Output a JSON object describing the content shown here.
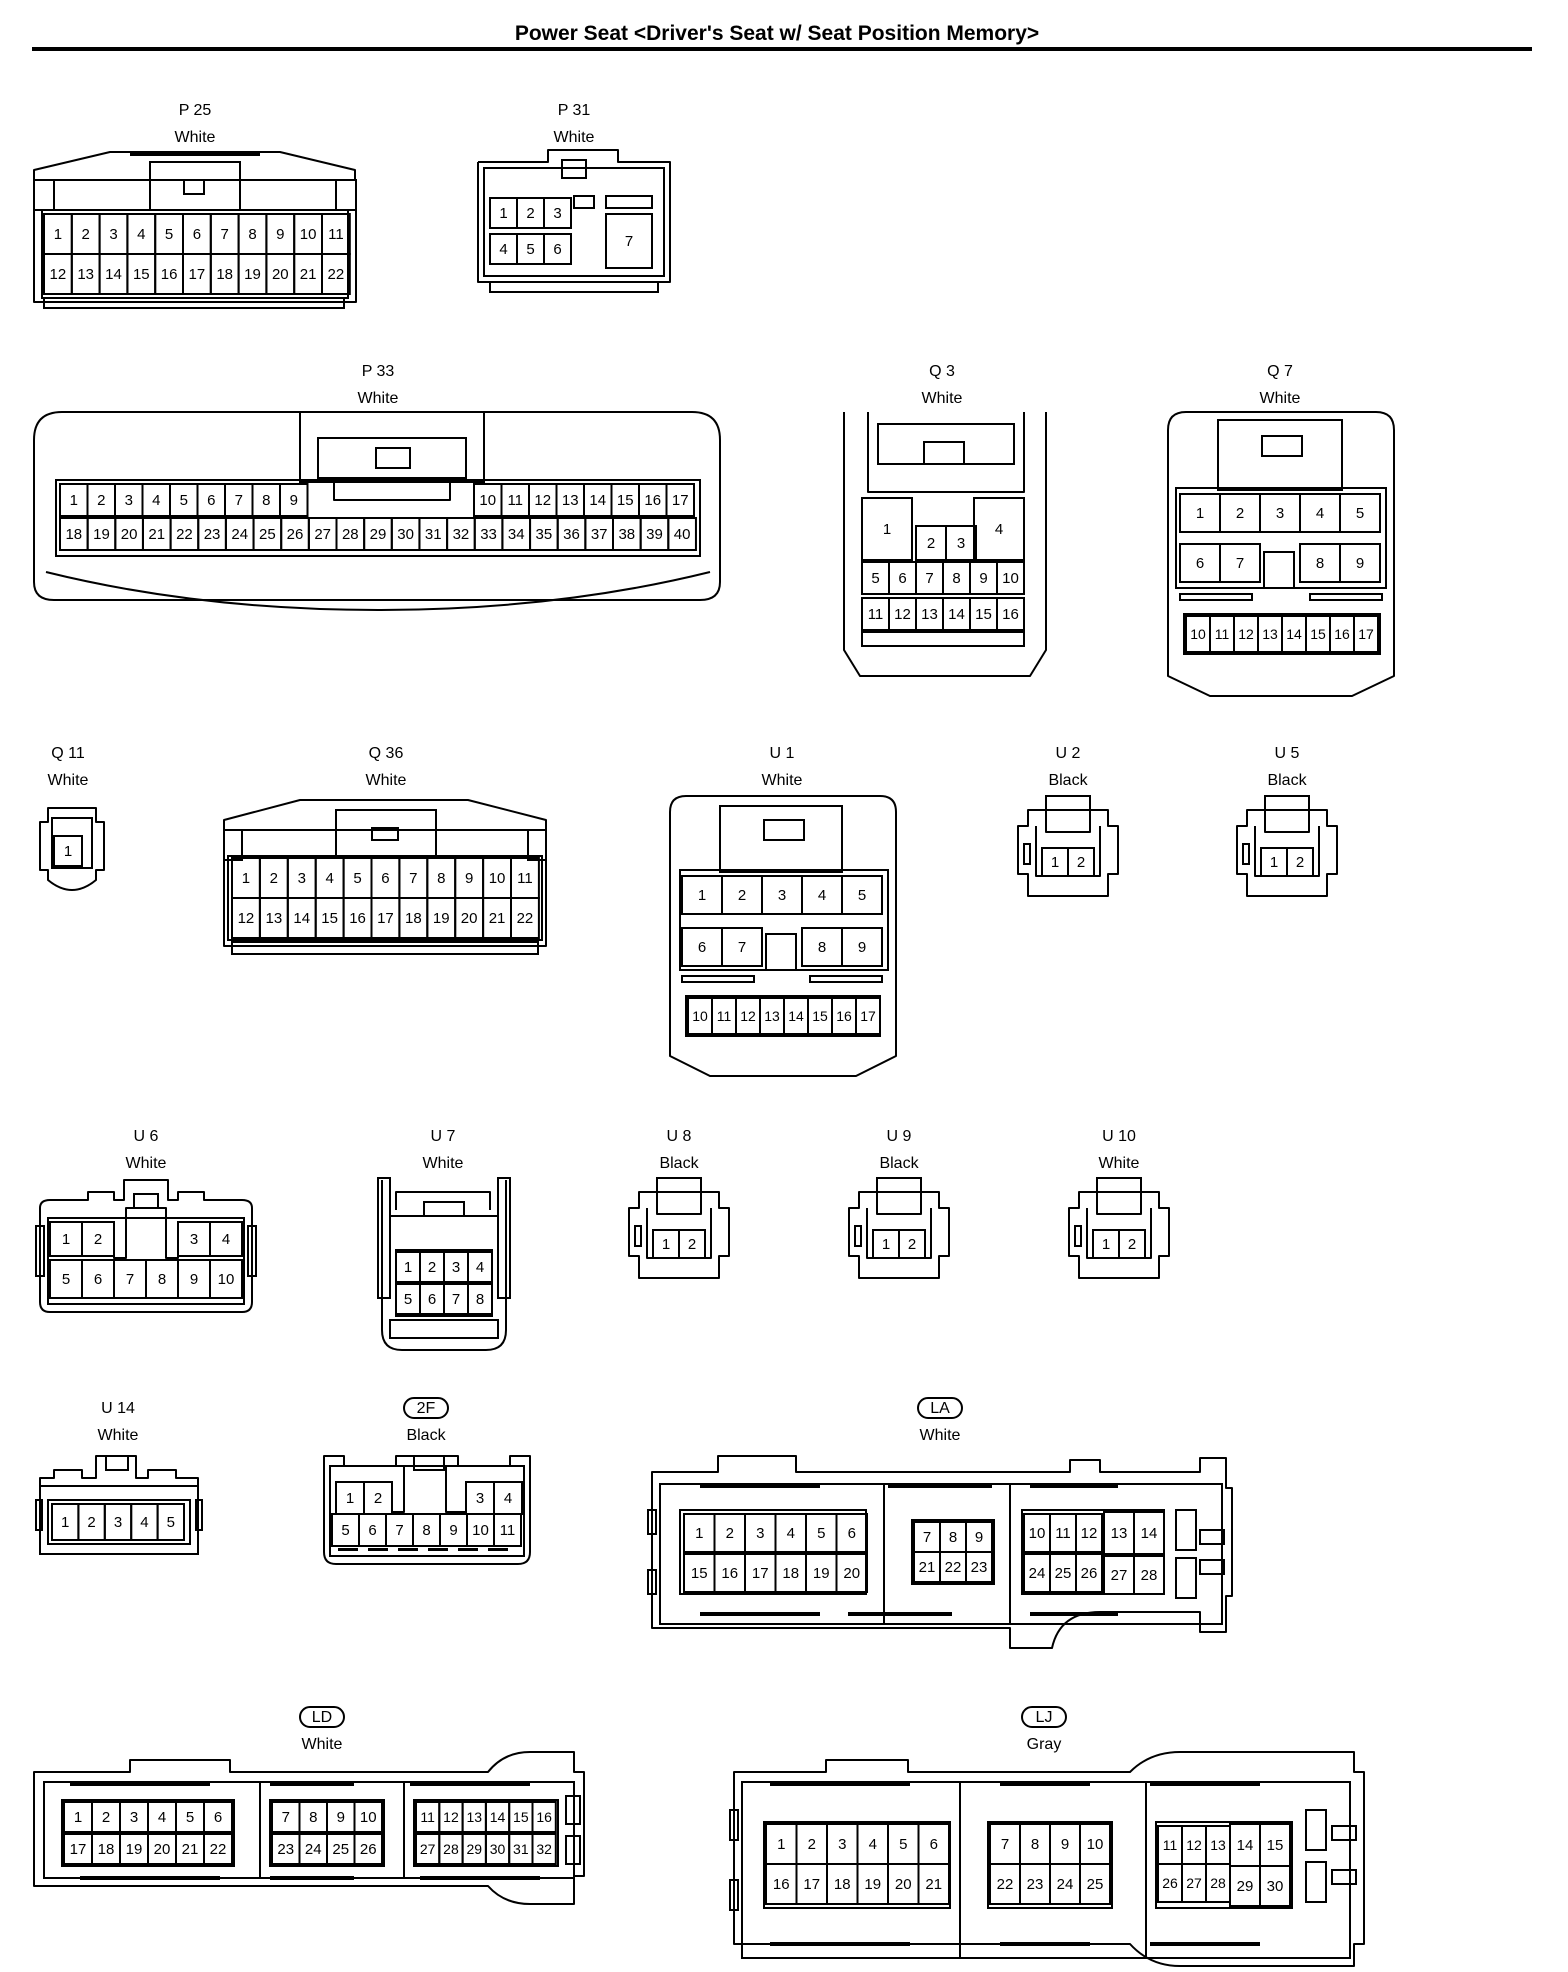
{
  "title": "Power Seat <Driver's Seat w/ Seat Position Memory>",
  "connectors": [
    {
      "id": "P25",
      "name": "P 25",
      "color": "White",
      "boxed": false,
      "pins": [
        "1",
        "2",
        "3",
        "4",
        "5",
        "6",
        "7",
        "8",
        "9",
        "10",
        "11",
        "12",
        "13",
        "14",
        "15",
        "16",
        "17",
        "18",
        "19",
        "20",
        "21",
        "22"
      ]
    },
    {
      "id": "P31",
      "name": "P 31",
      "color": "White",
      "boxed": false,
      "pins": [
        "1",
        "2",
        "3",
        "4",
        "5",
        "6",
        "7"
      ]
    },
    {
      "id": "P33",
      "name": "P 33",
      "color": "White",
      "boxed": false,
      "pins": [
        "1",
        "2",
        "3",
        "4",
        "5",
        "6",
        "7",
        "8",
        "9",
        "10",
        "11",
        "12",
        "13",
        "14",
        "15",
        "16",
        "17",
        "18",
        "19",
        "20",
        "21",
        "22",
        "23",
        "24",
        "25",
        "26",
        "27",
        "28",
        "29",
        "30",
        "31",
        "32",
        "33",
        "34",
        "35",
        "36",
        "37",
        "38",
        "39",
        "40"
      ]
    },
    {
      "id": "Q3",
      "name": "Q 3",
      "color": "White",
      "boxed": false,
      "pins": [
        "1",
        "2",
        "3",
        "4",
        "5",
        "6",
        "7",
        "8",
        "9",
        "10",
        "11",
        "12",
        "13",
        "14",
        "15",
        "16"
      ]
    },
    {
      "id": "Q7",
      "name": "Q 7",
      "color": "White",
      "boxed": false,
      "pins": [
        "1",
        "2",
        "3",
        "4",
        "5",
        "6",
        "7",
        "8",
        "9",
        "10",
        "11",
        "12",
        "13",
        "14",
        "15",
        "16",
        "17"
      ]
    },
    {
      "id": "Q11",
      "name": "Q 11",
      "color": "White",
      "boxed": false,
      "pins": [
        "1"
      ]
    },
    {
      "id": "Q36",
      "name": "Q 36",
      "color": "White",
      "boxed": false,
      "pins": [
        "1",
        "2",
        "3",
        "4",
        "5",
        "6",
        "7",
        "8",
        "9",
        "10",
        "11",
        "12",
        "13",
        "14",
        "15",
        "16",
        "17",
        "18",
        "19",
        "20",
        "21",
        "22"
      ]
    },
    {
      "id": "U1",
      "name": "U 1",
      "color": "White",
      "boxed": false,
      "pins": [
        "1",
        "2",
        "3",
        "4",
        "5",
        "6",
        "7",
        "8",
        "9",
        "10",
        "11",
        "12",
        "13",
        "14",
        "15",
        "16",
        "17"
      ]
    },
    {
      "id": "U2",
      "name": "U 2",
      "color": "Black",
      "boxed": false,
      "pins": [
        "1",
        "2"
      ]
    },
    {
      "id": "U5",
      "name": "U 5",
      "color": "Black",
      "boxed": false,
      "pins": [
        "1",
        "2"
      ]
    },
    {
      "id": "U6",
      "name": "U 6",
      "color": "White",
      "boxed": false,
      "pins": [
        "1",
        "2",
        "3",
        "4",
        "5",
        "6",
        "7",
        "8",
        "9",
        "10"
      ]
    },
    {
      "id": "U7",
      "name": "U 7",
      "color": "White",
      "boxed": false,
      "pins": [
        "1",
        "2",
        "3",
        "4",
        "5",
        "6",
        "7",
        "8"
      ]
    },
    {
      "id": "U8",
      "name": "U 8",
      "color": "Black",
      "boxed": false,
      "pins": [
        "1",
        "2"
      ]
    },
    {
      "id": "U9",
      "name": "U 9",
      "color": "Black",
      "boxed": false,
      "pins": [
        "1",
        "2"
      ]
    },
    {
      "id": "U10",
      "name": "U 10",
      "color": "White",
      "boxed": false,
      "pins": [
        "1",
        "2"
      ]
    },
    {
      "id": "U14",
      "name": "U 14",
      "color": "White",
      "boxed": false,
      "pins": [
        "1",
        "2",
        "3",
        "4",
        "5"
      ]
    },
    {
      "id": "2F",
      "name": "2F",
      "color": "Black",
      "boxed": true,
      "pins": [
        "1",
        "2",
        "3",
        "4",
        "5",
        "6",
        "7",
        "8",
        "9",
        "10",
        "11"
      ]
    },
    {
      "id": "LA",
      "name": "LA",
      "color": "White",
      "boxed": true,
      "pins": [
        "1",
        "2",
        "3",
        "4",
        "5",
        "6",
        "7",
        "8",
        "9",
        "10",
        "11",
        "12",
        "13",
        "14",
        "15",
        "16",
        "17",
        "18",
        "19",
        "20",
        "21",
        "22",
        "23",
        "24",
        "25",
        "26",
        "27",
        "28"
      ]
    },
    {
      "id": "LD",
      "name": "LD",
      "color": "White",
      "boxed": true,
      "pins": [
        "1",
        "2",
        "3",
        "4",
        "5",
        "6",
        "7",
        "8",
        "9",
        "10",
        "11",
        "12",
        "13",
        "14",
        "15",
        "16",
        "17",
        "18",
        "19",
        "20",
        "21",
        "22",
        "23",
        "24",
        "25",
        "26",
        "27",
        "28",
        "29",
        "30",
        "31",
        "32"
      ]
    },
    {
      "id": "LJ",
      "name": "LJ",
      "color": "Gray",
      "boxed": true,
      "pins": [
        "1",
        "2",
        "3",
        "4",
        "5",
        "6",
        "7",
        "8",
        "9",
        "10",
        "11",
        "12",
        "13",
        "14",
        "15",
        "16",
        "17",
        "18",
        "19",
        "20",
        "21",
        "22",
        "23",
        "24",
        "25",
        "26",
        "27",
        "28",
        "29",
        "30"
      ]
    }
  ]
}
